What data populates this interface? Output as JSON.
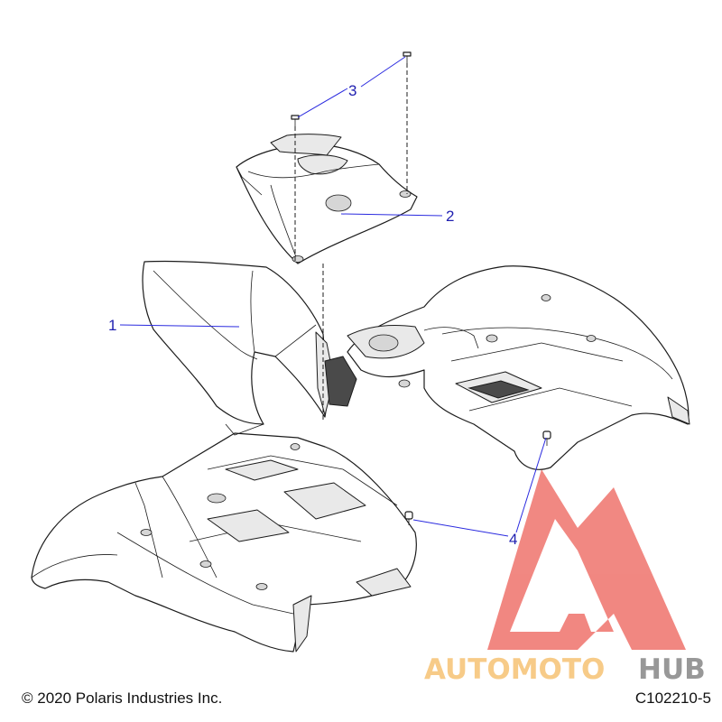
{
  "callouts": [
    {
      "label": "1"
    },
    {
      "label": "2"
    },
    {
      "label": "3"
    },
    {
      "label": "4"
    }
  ],
  "footer": {
    "copyright": "© 2020 Polaris Industries Inc.",
    "figure_id": "C102210-5"
  },
  "watermark": {
    "text_part1": "AUTOMOTO",
    "text_part2": "HUB",
    "logo_color": "#e8392f",
    "text_color1": "#f3a93a",
    "text_color2": "#555555"
  },
  "colors": {
    "leader_line": "#2a2adf",
    "callout_text": "#1f1fb0"
  }
}
